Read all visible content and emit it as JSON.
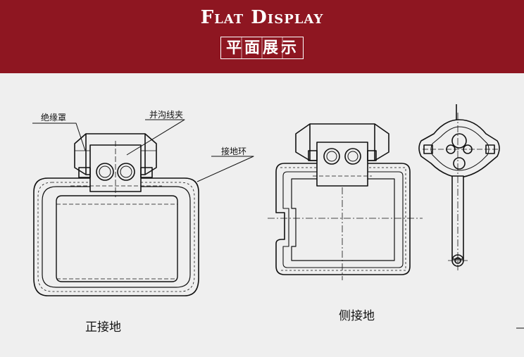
{
  "header": {
    "title_en": "Flat Display",
    "title_zh": "平面展示",
    "background": "#8e1621"
  },
  "front_view": {
    "callout_insulation_cover": "绝缘罩",
    "callout_parallel_groove_clamp": "并沟线夹",
    "callout_grounding_ring": "接地环",
    "caption": "正接地"
  },
  "side_view": {
    "caption": "侧接地"
  }
}
